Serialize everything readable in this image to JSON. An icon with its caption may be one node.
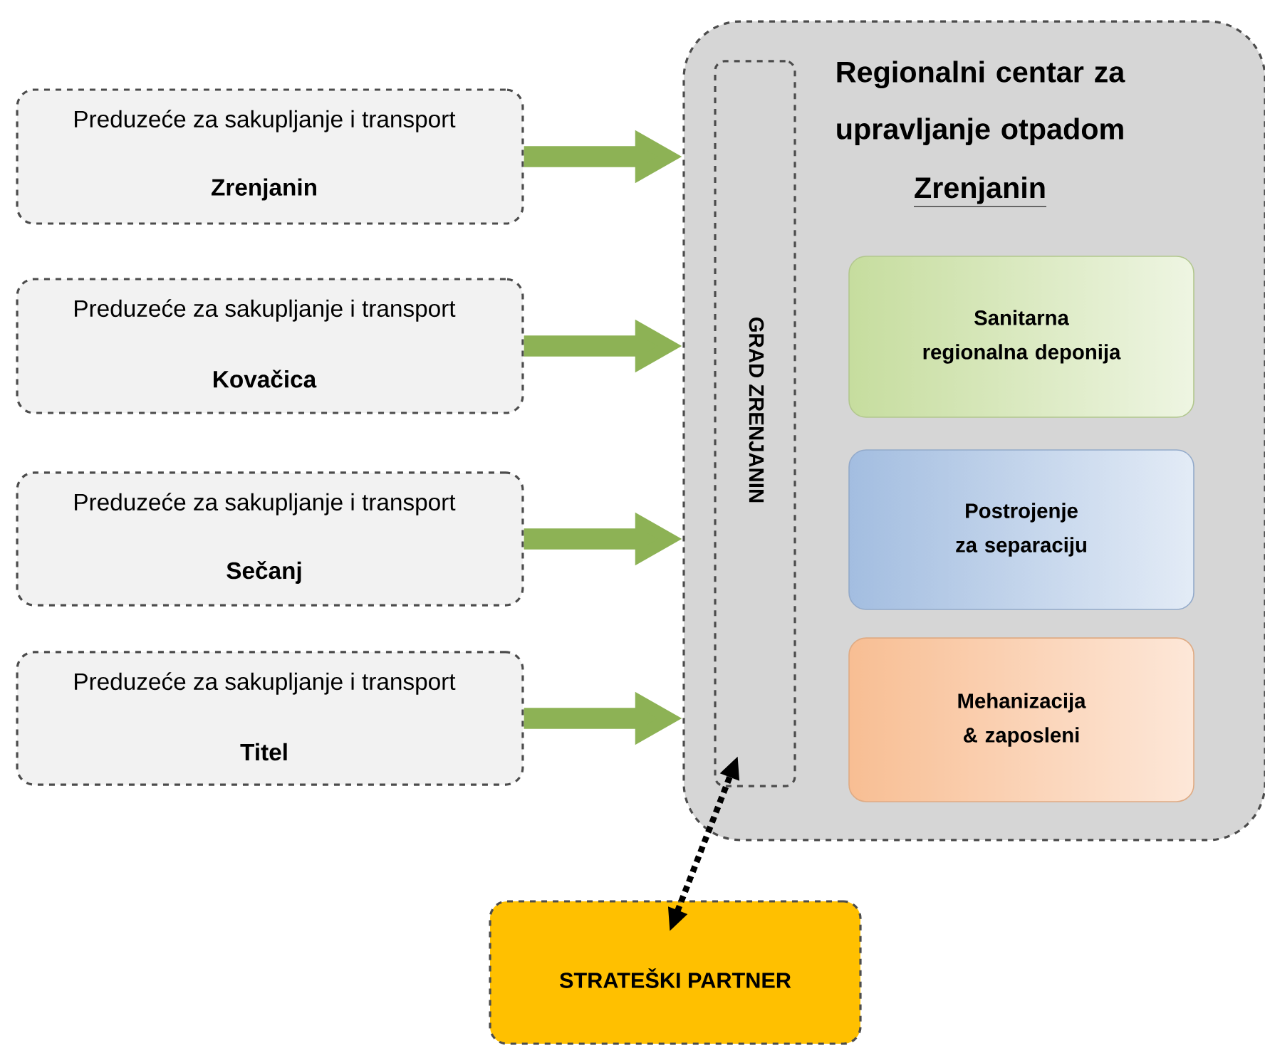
{
  "diagram": {
    "nodes": [
      {
        "text": [
          "Preduzeće za sakupljanje i transport",
          "Zrenjanin"
        ]
      },
      {
        "text": [
          "Preduzeće za sakupljanje i transport",
          "Kovačica"
        ]
      },
      {
        "text": [
          "Preduzeće za sakupljanje i transport",
          "Sečanj"
        ]
      },
      {
        "text": [
          "Preduzeće za sakupljanje i transport",
          "Titel"
        ]
      },
      {
        "text": [
          "Regionalni centar za upravljanje otpadom",
          "Zrenjanin"
        ]
      },
      {
        "text": [
          "GRAD ZRENJANIN"
        ],
        "in": 4
      },
      {
        "text": [
          "Sanitarna regionalna deponija"
        ],
        "in": 4
      },
      {
        "text": [
          "Postrojenje za separaciju"
        ],
        "in": 4
      },
      {
        "text": [
          "Mehanizacija & zaposleni"
        ],
        "in": 4
      },
      {
        "text": [
          "STRATEŠKI PARTNER"
        ]
      }
    ],
    "edges": [
      {
        "from": 0,
        "to": 4,
        "arrow": "to"
      },
      {
        "from": 1,
        "to": 4,
        "arrow": "to"
      },
      {
        "from": 2,
        "to": 4,
        "arrow": "to"
      },
      {
        "from": 3,
        "to": 4,
        "arrow": "to"
      },
      {
        "from": 9,
        "to": 5,
        "arrow": "both",
        "style": "dashed",
        "color": "#000000"
      }
    ]
  }
}
